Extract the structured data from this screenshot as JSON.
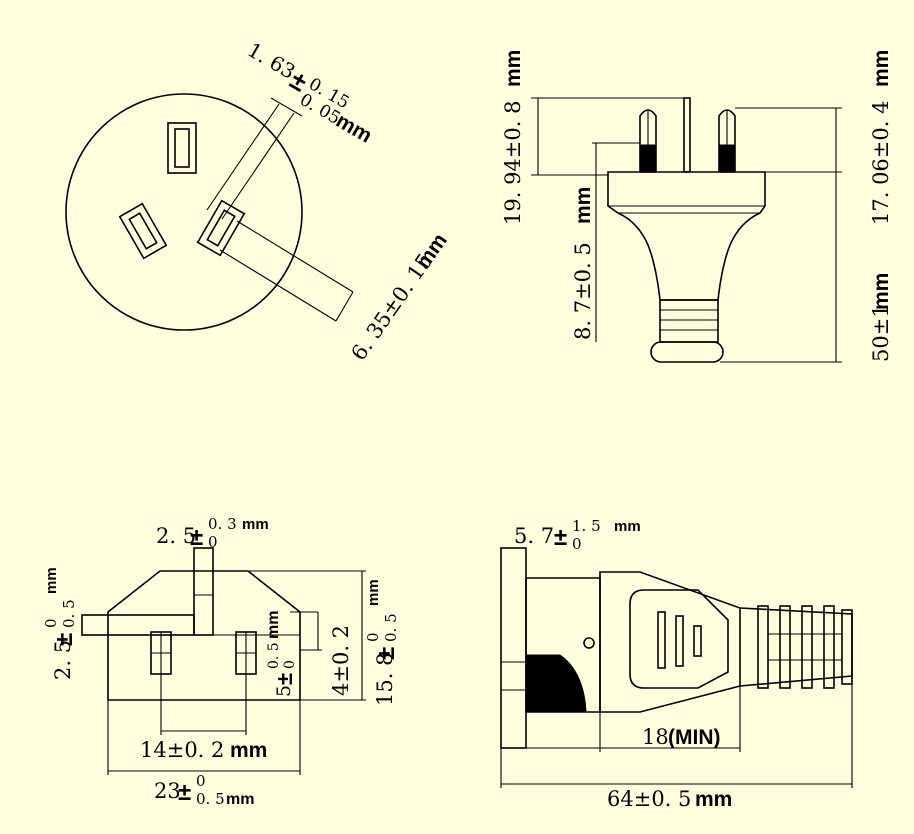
{
  "colors": {
    "background": "#FFFFE0",
    "ink": "#000000"
  },
  "views": {
    "face": {
      "dim_pin_width": {
        "base": "1. 63",
        "tol_plus": "0. 15",
        "tol_minus": "0. 05",
        "unit": "mm"
      },
      "dim_pin_length": {
        "text": "6. 35±0. 15",
        "unit": "mm"
      }
    },
    "side": {
      "dim_pin_total": {
        "text": "19. 94±0. 8",
        "unit": "mm"
      },
      "dim_insulated": {
        "text": "8. 7±0. 5",
        "unit": "mm"
      },
      "dim_body_top": {
        "text": "17. 06±0. 4",
        "unit": "mm"
      },
      "dim_overall": {
        "text": "50±1",
        "unit": "mm"
      }
    },
    "front": {
      "dim_earth_width": {
        "base": "2. 5",
        "tol_plus": "0. 3",
        "tol_minus": "0",
        "unit": "mm"
      },
      "dim_earth_thickness": {
        "base": "2. 5",
        "tol_plus": "0",
        "tol_minus": "0. 5",
        "unit": "mm"
      },
      "dim_pin_inner": {
        "base": "5",
        "tol_plus": "0. 5",
        "tol_minus": "0",
        "unit": "mm"
      },
      "dim_4": {
        "text": "4±0. 2"
      },
      "dim_height": {
        "base": "15. 8",
        "tol_plus": "0",
        "tol_minus": "0. 5",
        "unit": "mm"
      },
      "dim_pitch": {
        "text": "14±0. 2",
        "unit": "mm"
      },
      "dim_width": {
        "base": "23",
        "tol_plus": "0",
        "tol_minus": "0. 5",
        "unit": "mm"
      }
    },
    "profile": {
      "dim_flange": {
        "base": "5. 7",
        "tol_plus": "1. 5",
        "tol_minus": "0",
        "unit": "mm"
      },
      "dim_min": {
        "text": "18",
        "note": "(MIN)"
      },
      "dim_length": {
        "text": "64±0. 5",
        "unit": "mm"
      }
    }
  }
}
